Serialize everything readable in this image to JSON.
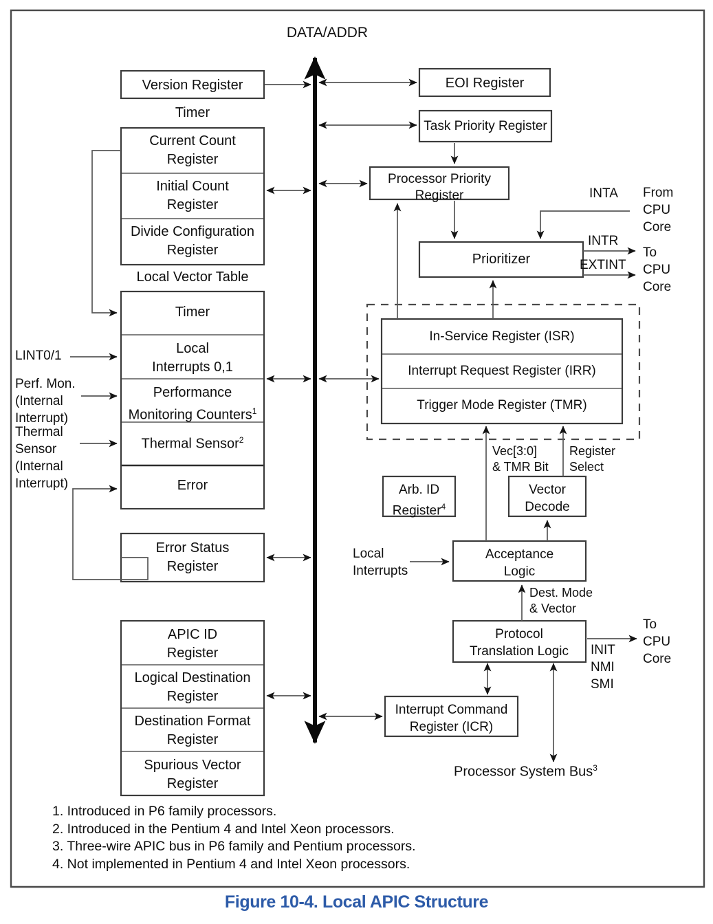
{
  "figure": {
    "caption": "Figure 10-4.  Local APIC Structure",
    "bus_label": "DATA/ADDR"
  },
  "left_column": {
    "version_register": "Version Register",
    "timer_group_label": "Timer",
    "timer_rows": [
      "Current Count\nRegister",
      "Initial Count\nRegister",
      "Divide Configuration\nRegister"
    ],
    "lvt_group_label": "Local Vector Table",
    "lvt_rows": [
      "Timer",
      "Local\nInterrupts 0,1",
      "Performance\nMonitoring Counters",
      "Thermal Sensor",
      "Error"
    ],
    "lvt_superscripts": [
      "",
      "",
      "1",
      "2",
      ""
    ],
    "error_status_register": "Error Status\nRegister",
    "id_rows": [
      "APIC ID\nRegister",
      "Logical Destination\nRegister",
      "Destination Format\nRegister",
      "Spurious Vector\nRegister"
    ]
  },
  "left_inputs": {
    "lint": "LINT0/1",
    "perf_mon": "Perf. Mon.\n(Internal\nInterrupt)",
    "thermal": "Thermal\nSensor\n(Internal\nInterrupt)"
  },
  "right_column": {
    "eoi_register": "EOI Register",
    "task_priority_register": "Task Priority Register",
    "processor_priority_register": "Processor Priority\nRegister",
    "prioritizer": "Prioritizer",
    "isr": "In-Service Register (ISR)",
    "irr": "Interrupt Request Register (IRR)",
    "tmr": "Trigger Mode Register (TMR)",
    "arb_id_register": "Arb. ID\nRegister",
    "arb_id_superscript": "4",
    "vector_decode": "Vector\nDecode",
    "acceptance_logic": "Acceptance\nLogic",
    "protocol_translation_logic": "Protocol\nTranslation Logic",
    "icr": "Interrupt Command\nRegister (ICR)"
  },
  "signals": {
    "inta": "INTA",
    "from_cpu_core": "From\nCPU\nCore",
    "intr": "INTR",
    "extint": "EXTINT",
    "to_cpu_core_top": "To\nCPU\nCore",
    "vec_tmr": "Vec[3:0]\n& TMR Bit",
    "register_select": "Register\nSelect",
    "local_interrupts": "Local\nInterrupts",
    "dest_mode_vector": "Dest. Mode\n& Vector",
    "init_nmi_smi": "INIT\nNMI\nSMI",
    "to_cpu_core_bottom": "To\nCPU\nCore",
    "processor_system_bus": "Processor System Bus",
    "processor_system_bus_superscript": "3"
  },
  "footnotes": [
    "1. Introduced in P6 family processors.",
    "2. Introduced in the Pentium 4 and Intel Xeon processors.",
    "3. Three-wire APIC bus in P6 family and Pentium processors.",
    "4. Not implemented in Pentium 4 and Intel Xeon processors."
  ],
  "colors": {
    "caption": "#2d5ba8",
    "line": "#575757",
    "bus": "#0a0a0a",
    "box_stroke": "#3b3b3b"
  }
}
